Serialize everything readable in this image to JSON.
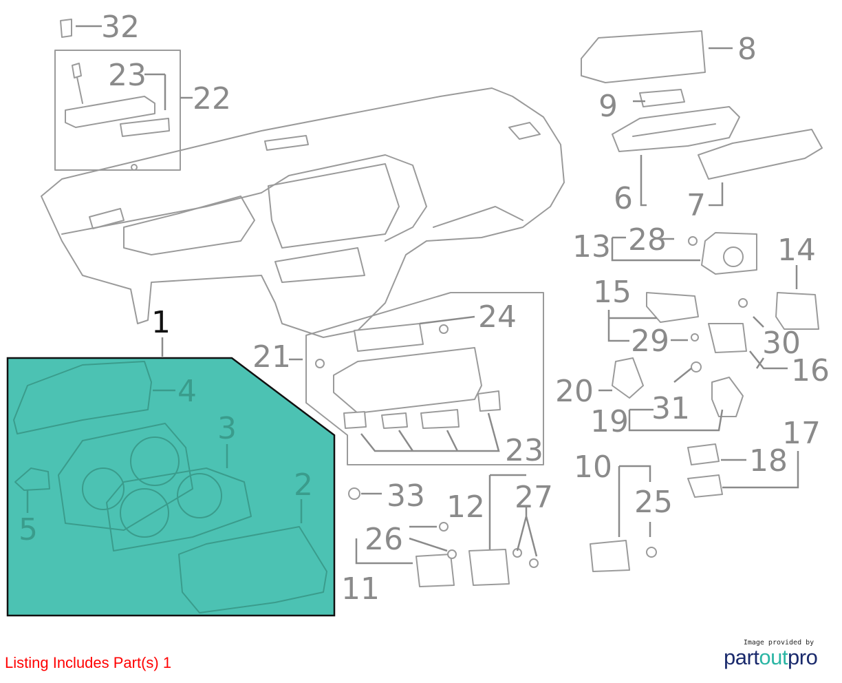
{
  "callouts": {
    "c32": "32",
    "c23a": "23",
    "c22": "22",
    "c8": "8",
    "c9": "9",
    "c6": "6",
    "c7": "7",
    "c13": "13",
    "c28": "28",
    "c14": "14",
    "c15": "15",
    "c29": "29",
    "c30": "30",
    "c16": "16",
    "c20": "20",
    "c31": "31",
    "c19": "19",
    "c17": "17",
    "c18": "18",
    "c10": "10",
    "c25": "25",
    "c24": "24",
    "c21": "21",
    "c23b": "23",
    "c33": "33",
    "c12": "12",
    "c27": "27",
    "c26": "26",
    "c11": "11",
    "c1": "1",
    "c4": "4",
    "c3": "3",
    "c2": "2",
    "c5": "5"
  },
  "highlight_color": "#4cc2b3",
  "listing_text": "Listing Includes Part(s) 1",
  "logo": {
    "caption": "Image provided by",
    "brand_part1": "part",
    "brand_part2": "out",
    "brand_part3": "pro"
  }
}
